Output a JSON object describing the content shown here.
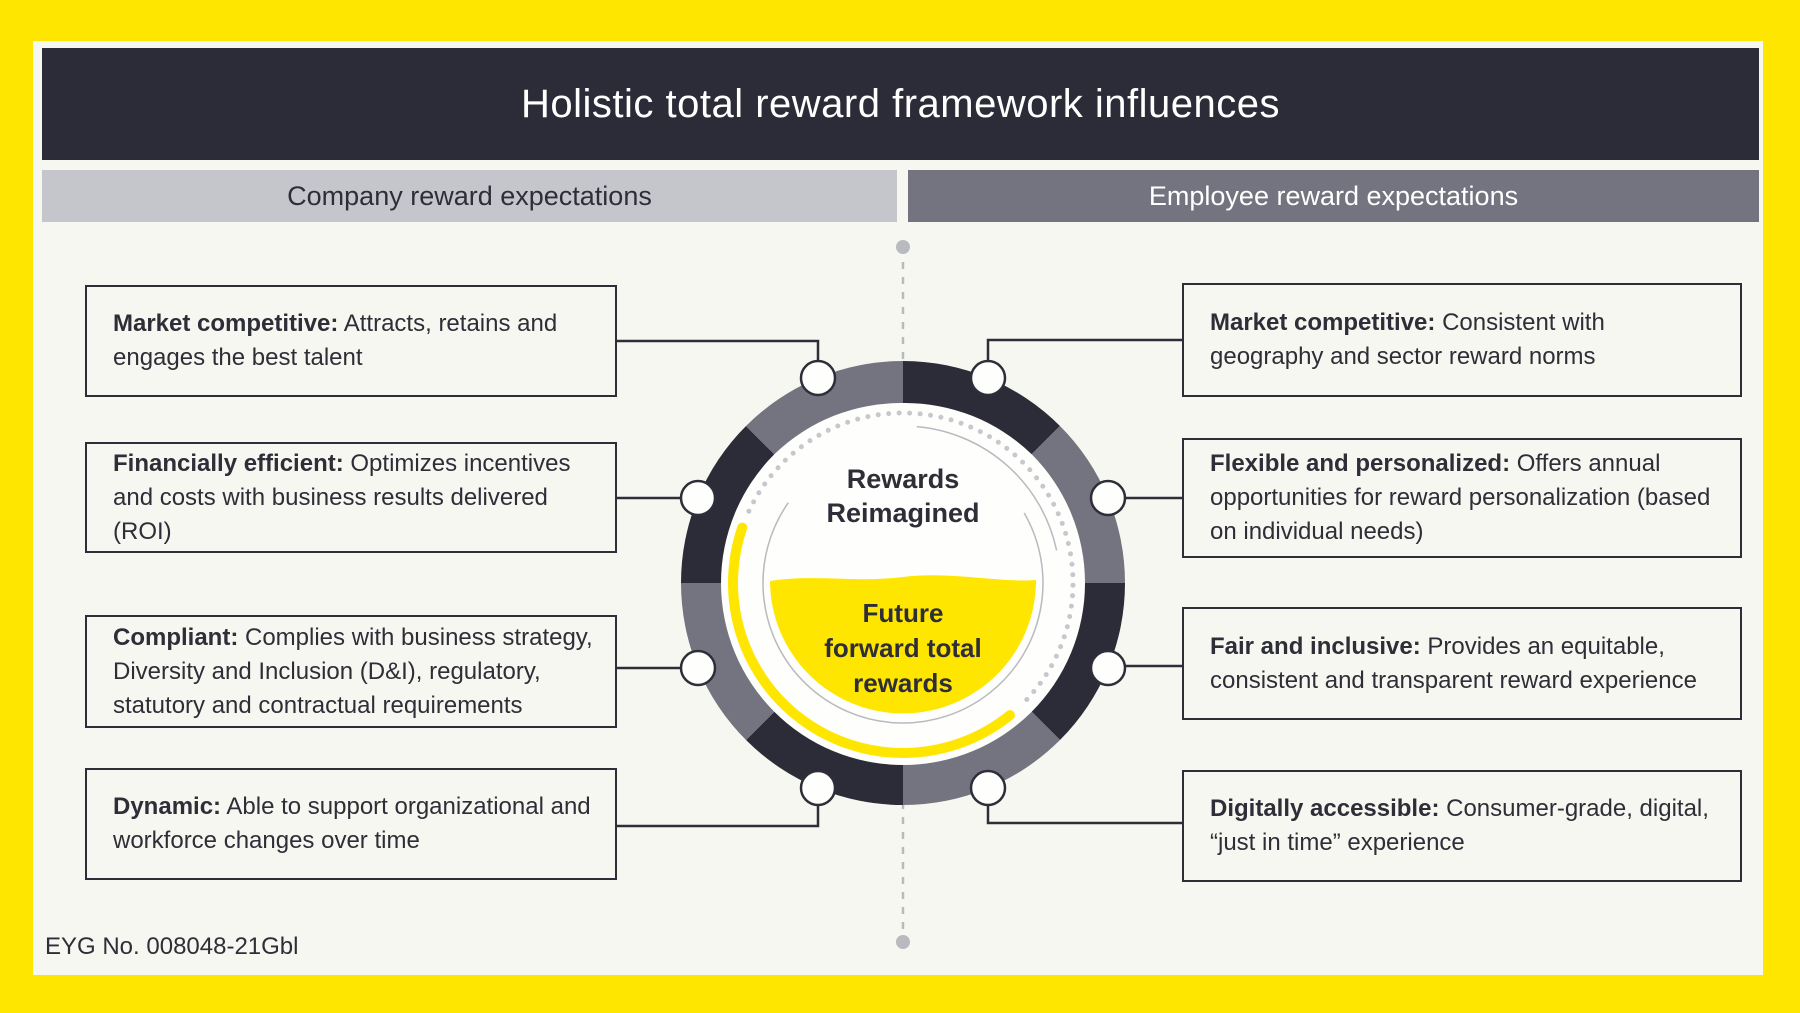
{
  "title": "Holistic total reward framework influences",
  "headers": {
    "left": "Company reward expectations",
    "right": "Employee reward expectations"
  },
  "hub": {
    "name_line1": "Rewards",
    "name_line2": "Reimagined",
    "bowl_line1": "Future",
    "bowl_line2": "forward total",
    "bowl_line3": "rewards"
  },
  "left_boxes": [
    {
      "label": "Market competitive:",
      "text": " Attracts, retains and engages the best talent"
    },
    {
      "label": "Financially efficient:",
      "text": " Optimizes incentives and costs with business results delivered (ROI)"
    },
    {
      "label": "Compliant:",
      "text": " Complies with business strategy, Diversity and Inclusion (D&I), regulatory, statutory and contractual requirements"
    },
    {
      "label": "Dynamic:",
      "text": " Able to support organizational and workforce changes over time"
    }
  ],
  "right_boxes": [
    {
      "label": "Market competitive:",
      "text": " Consistent with geography and sector reward norms"
    },
    {
      "label": "Flexible and personalized:",
      "text": " Offers annual opportunities for reward personalization (based on individual needs)"
    },
    {
      "label": "Fair and inclusive:",
      "text": " Provides an equitable, consistent and transparent reward experience"
    },
    {
      "label": "Digitally accessible:",
      "text": " Consumer-grade, digital, “just in time” experience"
    }
  ],
  "footer": "EYG No. 008048-21Gbl",
  "colors": {
    "brand_yellow": "#ffe600",
    "dark": "#2c2c38",
    "ring_gray": "#747480",
    "header_light_gray": "#c5c6cc",
    "background": "#f7f7f1"
  }
}
